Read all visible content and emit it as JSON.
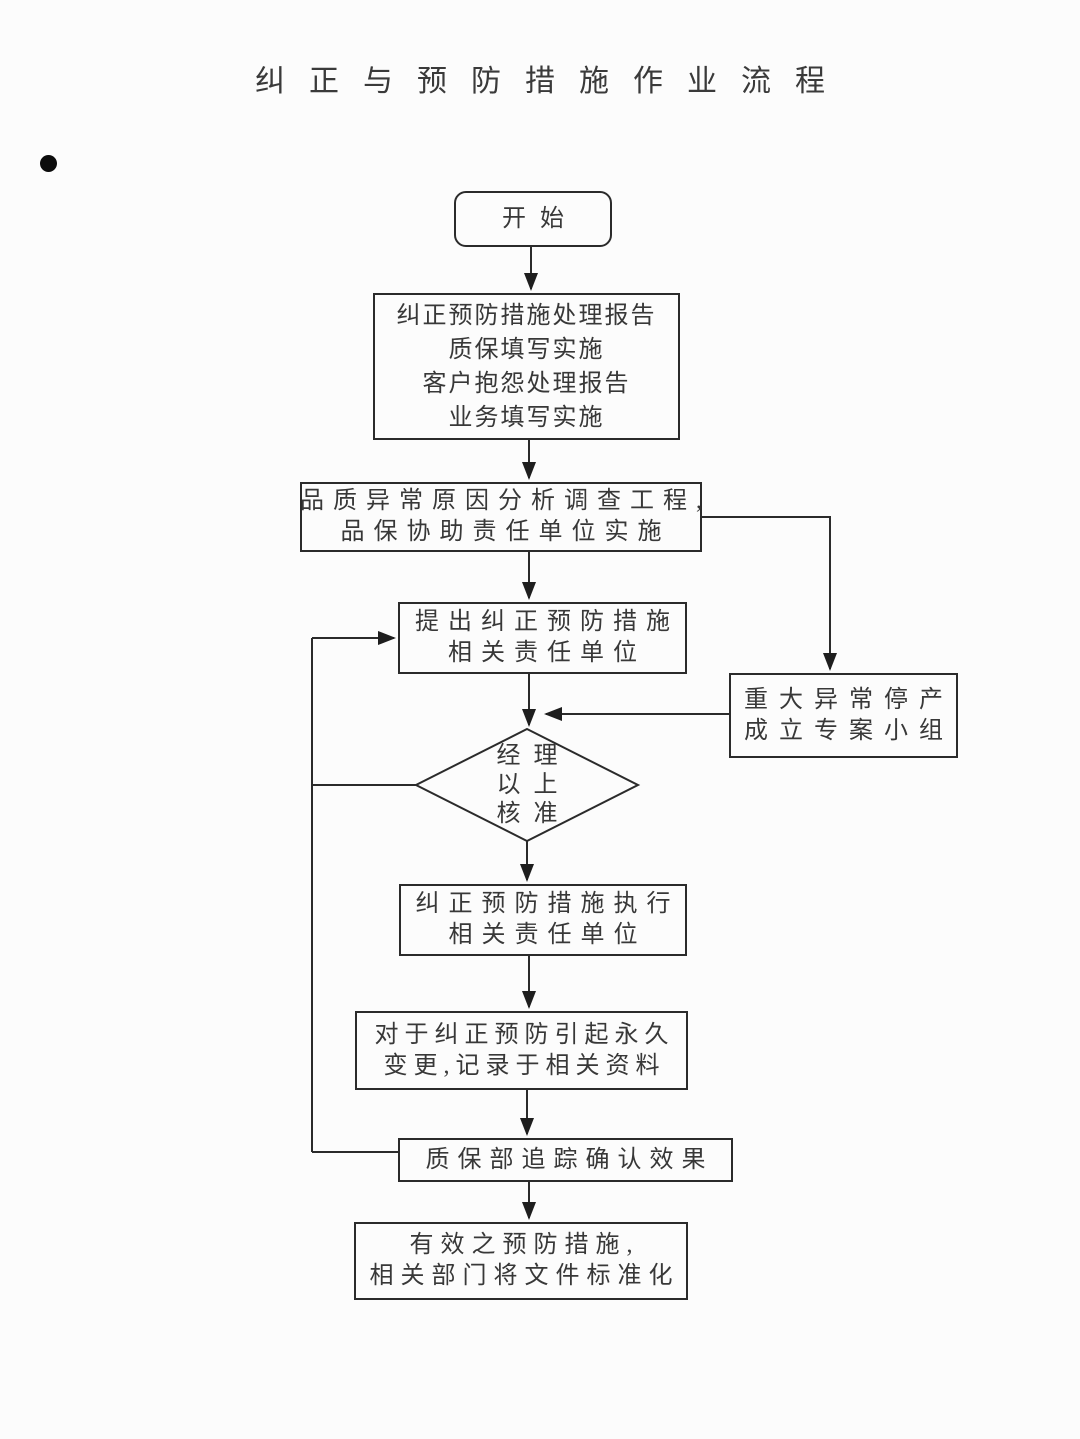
{
  "page": {
    "title": "纠正与预防措施作业流程"
  },
  "colors": {
    "line": "#2b2b2b",
    "text": "#383838",
    "background": "#fcfcfc"
  },
  "flowchart": {
    "start": {
      "label": "开始"
    },
    "report": {
      "lines": [
        "纠正预防措施处理报告",
        "质保填写实施",
        "客户抱怨处理报告",
        "业务填写实施"
      ]
    },
    "analysis": {
      "lines": [
        "品质异常原因分析调查工程,",
        "品保协助责任单位实施"
      ]
    },
    "propose": {
      "lines": [
        "提出纠正预防措施",
        "相关责任单位"
      ]
    },
    "major": {
      "lines": [
        "重大异常停产",
        "成立专案小组"
      ]
    },
    "decision": {
      "lines": [
        "经理",
        "以上",
        "核准"
      ]
    },
    "execute": {
      "lines": [
        "纠正预防措施执行",
        "相关责任单位"
      ]
    },
    "record": {
      "lines": [
        "对于纠正预防引起永久",
        "变更,记录于相关资料"
      ]
    },
    "track": {
      "lines": [
        "质保部追踪确认效果"
      ]
    },
    "standardize": {
      "lines": [
        "有效之预防措施,",
        "相关部门将文件标准化"
      ]
    }
  }
}
